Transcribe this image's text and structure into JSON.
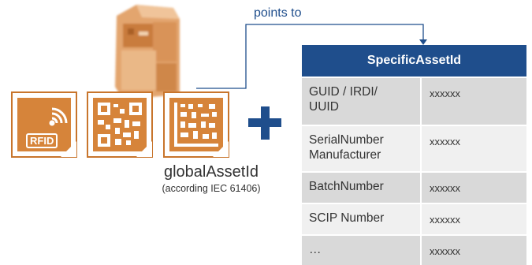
{
  "arrow": {
    "label": "points to"
  },
  "identifiers": {
    "rfid_label": "RFID",
    "global_asset_id": "globalAssetId",
    "global_asset_id_note": "(according IEC 61406)"
  },
  "table": {
    "header": "SpecificAssetId",
    "rows": [
      {
        "name": "GUID / IRDI/\nUUID",
        "value": "xxxxxx"
      },
      {
        "name": "SerialNumber\nManufacturer",
        "value": "xxxxxx"
      },
      {
        "name": "BatchNumber",
        "value": "xxxxxx"
      },
      {
        "name": "SCIP Number",
        "value": "xxxxxx"
      },
      {
        "name": "…",
        "value": "xxxxxx"
      }
    ]
  },
  "colors": {
    "accent_blue": "#1f4e8c",
    "card_orange": "#d6843a",
    "row_shade": "#d9d9d9",
    "row_plain": "#f0f0f0"
  }
}
